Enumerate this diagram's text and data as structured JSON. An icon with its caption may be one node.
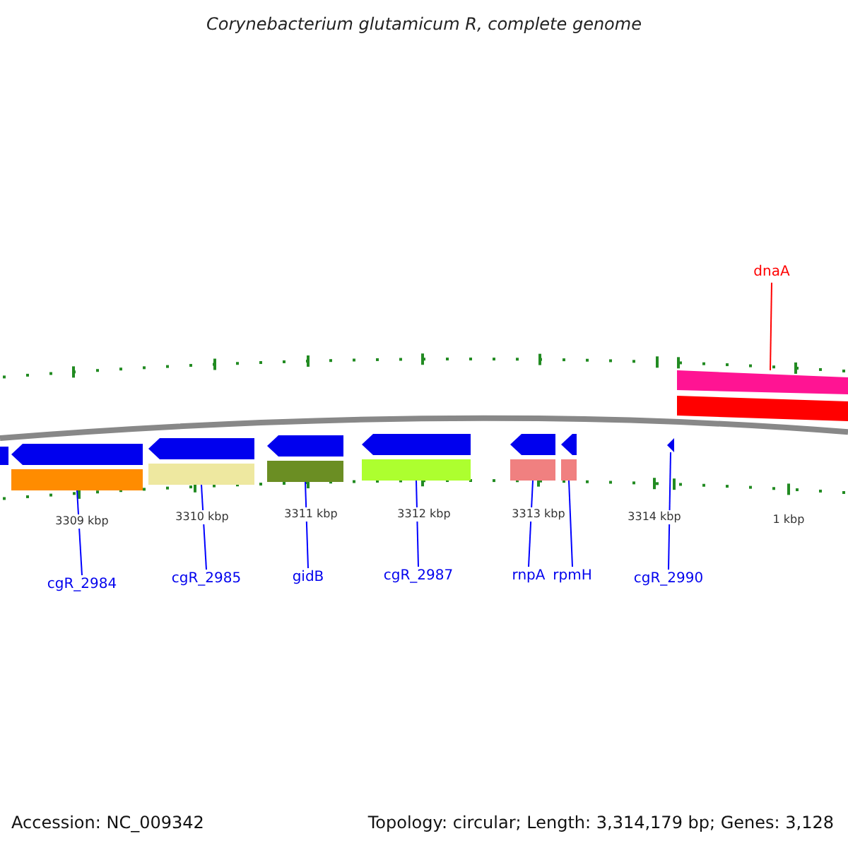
{
  "diagram": {
    "title": "Corynebacterium glutamicum R, complete genome",
    "nodes": [
      {
        "text": [
          "dnaA"
        ]
      },
      {
        "text": [],
        "shape": "bar"
      },
      {
        "text": [],
        "shape": "arrow"
      },
      {
        "text": [
          "cgR_2984"
        ]
      },
      {
        "text": [],
        "shape": "arrow"
      },
      {
        "text": [
          "cgR_2985"
        ]
      },
      {
        "text": [],
        "shape": "arrow"
      },
      {
        "text": [
          "gidB"
        ]
      },
      {
        "text": [],
        "shape": "arrow"
      },
      {
        "text": [
          "cgR_2987"
        ]
      },
      {
        "text": [],
        "shape": "arrow"
      },
      {
        "text": [
          "rnpA"
        ]
      },
      {
        "text": [],
        "shape": "arrow"
      },
      {
        "text": [
          "rpmH"
        ]
      },
      {
        "text": [],
        "shape": "arrow"
      },
      {
        "text": [
          "cgR_2990"
        ]
      }
    ],
    "edges": [
      {
        "from": 0,
        "to": 1,
        "arrow": "none",
        "color": "#ff0000"
      },
      {
        "from": 3,
        "to": 2,
        "arrow": "none"
      },
      {
        "from": 5,
        "to": 4,
        "arrow": "none"
      },
      {
        "from": 7,
        "to": 6,
        "arrow": "none"
      },
      {
        "from": 9,
        "to": 8,
        "arrow": "none"
      },
      {
        "from": 11,
        "to": 10,
        "arrow": "none"
      },
      {
        "from": 13,
        "to": 12,
        "arrow": "none"
      },
      {
        "from": 15,
        "to": 14,
        "arrow": "none"
      }
    ],
    "labels": [
      "3309 kbp",
      "3310 kbp",
      "3311 kbp",
      "3312 kbp",
      "3313 kbp",
      "3314 kbp",
      "1 kbp",
      "Accession: NC_009342",
      "Topology: circular; Length: 3,314,179 bp; Genes: 3,128"
    ]
  }
}
